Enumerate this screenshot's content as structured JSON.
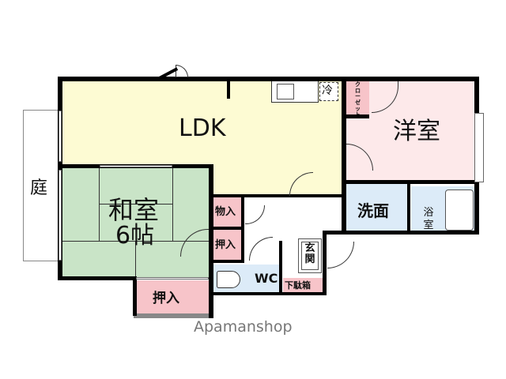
{
  "floorplan": {
    "rooms": {
      "ldk": {
        "label": "LDK",
        "color": "#fdfbd3"
      },
      "western": {
        "label": "洋室",
        "color": "#fde9ea"
      },
      "closet": {
        "label": "クローゼット",
        "color": "#f7c4c9"
      },
      "japanese": {
        "label": "和室",
        "size": "6帖",
        "color": "#c9e4c7"
      },
      "storage": {
        "label": "物入",
        "color": "#f7c4c9"
      },
      "oshiire_small": {
        "label": "押入",
        "color": "#f7c4c9"
      },
      "oshiire_large": {
        "label": "押入",
        "color": "#f7c4c9"
      },
      "wc": {
        "label": "WC",
        "color": "#dcebf8"
      },
      "shoe_box": {
        "label": "下駄箱",
        "color": "#f7c4c9"
      },
      "entrance": {
        "label": "玄関"
      },
      "washroom": {
        "label": "洗面",
        "color": "#dcebf8"
      },
      "bath": {
        "label": "浴室",
        "color": "#dcebf8"
      },
      "garden": {
        "label": "庭"
      },
      "fridge": {
        "label": "冷"
      }
    },
    "watermark": "Apamanshop"
  }
}
